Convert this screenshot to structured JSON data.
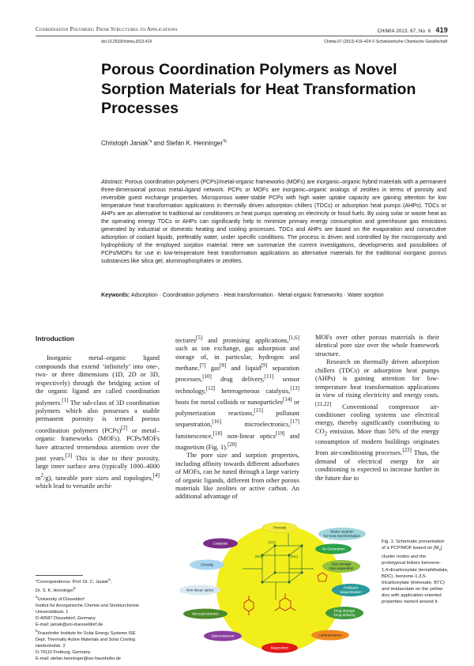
{
  "header": {
    "section": "Coordination Polymers: From Structures to Applications",
    "issue": "CHIMIA 2013, 67, No. 6",
    "page_number": "419",
    "doi": "doi:10.2533/chimia.2013.419",
    "journal": "Chimia 67 (2013) 419–424   © Schweizerische Chemische Gesellschaft"
  },
  "article": {
    "title": "Porous Coordination Polymers as Novel Sorption Materials for Heat Transformation Processes",
    "authors": "Christoph Janiak*a and Stefan K. Henninger*b"
  },
  "abstract": {
    "label": "Abstract:",
    "text": " Porous coordination polymers (PCPs)/metal-organic frameworks (MOFs) are inorganic–organic hybrid materials with a permanent three-dimensional porous metal–ligand network. PCPs or MOFs are inorganic–organic analogs of zeolites in terms of porosity and reversible guest exchange properties. Microporous water-stable PCPs with high water uptake capacity are gaining attention for low temperature heat transformation applications in thermally driven adsorption chillers (TDCs) or adsorption heat pumps (AHPs). TDCs or AHPs are an alternative to traditional air conditioners or heat pumps operating on electricity or fossil fuels. By using solar or waste heat as the operating energy TDCs or AHPs can significantly help to minimize primary energy consumption and greenhouse gas emissions generated by industrial or domestic heating and cooling processes. TDCs and AHPs are based on the evaporation and consecutive adsorption of coolant liquids, preferably water, under specific conditions. The process is driven and controlled by the microporosity and hydrophilicity of the employed sorption material. Here we summarize the current investigations, developments and possibilities of PCPs/MOFs for use in low-temperature heat transformation applications as alternative materials for the traditional inorganic porous substances like silica gel, aluminophosphates or zeolites.",
    "keywords_label": "Keywords:",
    "keywords": " Adsorption · Coordination polymers · Heat transformation · Metal-organic frameworks · Water sorption"
  },
  "intro": {
    "heading": "Introduction",
    "col1": "Inorganic metal–organic ligand compounds that extend ‘infinitely’ into one-, two- or three dimensions (1D, 2D or 3D, respectively) through the bridging action of the organic ligand are called coordination polymers.[1] The sub-class of 3D coordination polymers which also possesses a usable permanent porosity is termed porous coordination polymers (PCPs)[2] or metal–organic frameworks (MOFs). PCPs/MOFs have attracted tremendous attention over the past years.[3] This is due to their porosity, large inner surface area (typically 1000–4000 m²/g), tuneable pore sizes and topologies,[4] which lead to versatile archi-",
    "col2_p1": "tectures[5] and promising applications,[1,6] such as ion exchange, gas adsorption and storage of, in particular, hydrogen and methane,[7] gas[8] and liquid[9] separation processes,[10] drug delivery,[11] sensor technology,[12] heterogeneous catalysis,[13] hosts for metal colloids or nanoparticles[14] or polymerization reactions,[15] pollutant sequestration,[16] microelectronics,[17] luminescence,[18] non-linear optics[19] and magnetism (Fig. 1).[20]",
    "col2_p2": "The pore size and sorption properties, including affinity towards different adsorbates of MOFs, can be tuned through a large variety of organic ligands, different from other porous materials like zeolites or active carbon. An additional advantage of",
    "col3_p1": "MOFs over other porous materials is their identical pore size over the whole framework structure.",
    "col3_p2": "Research on thermally driven adsorption chillers (TDCs) or adsorption heat pumps (AHPs) is gaining attention for low-temperature heat transformation applications in view of rising electricity and energy costs.[21,22] Conventional compressor air-conditioner cooling systems use electrical energy, thereby significantly contributing to CO₂ emission. More than 50% of the energy consumption of modern buildings originates from air-conditioning processes.[23] Thus, the demand of electrical energy for air conditioning is expected to increase further in the future due to"
  },
  "footnotes": [
    "*Correspondence: Prof. Dr. C. Janiak^a;",
    "Dr. S. K. Henninger^b",
    "^a University of Düsseldorf",
    "Institut für Anorganische Chemie und Strukturchemie",
    "Universitätsstr. 1",
    "D-40587 Düsseldorf, Germany",
    "E-mail: janiak@uni-duesseldorf.de",
    "^b Fraunhofer Institute for Solar Energy Systems ISE",
    "Dept. Thermally Active Materials and Solar Cooling",
    "Heidenhofstr. 2",
    "D-79110 Freiburg, Germany",
    "E-mail: stefan.henninger@ise.fraunhofer.de"
  ],
  "figure": {
    "caption": "Fig. 1. Schematic presentation of a PCP/MOF based on [Mx] cluster nodes and the prototypical linkers benzene-1,4-dicarboxylate (terephthalate, BDC), benzene-1,3,5-tricarboxylate (trimesate, BTC) and imidazolate on the yellow disc with application-oriented properties named around it.",
    "labels": {
      "porosity": "Porosity",
      "water_sorption_1": "Water sorption",
      "water_sorption_2": "for heat transformation",
      "catalysis": "Catalysis",
      "air_desorption": "Air-Desorption",
      "chirality": "Chirality",
      "gas_storage_1": "Gas storage",
      "gas_storage_2": "Gas separation",
      "nonlinear": "Non-linear optics",
      "pollutant_1": "Pollutant",
      "pollutant_2": "sequestration",
      "microelectronics": "Microelectronics",
      "drug_1": "Drug storage",
      "drug_2": "Drug delivery",
      "spincrossover": "Spincrossover",
      "luminescence": "Luminescence",
      "magnetism": "Magnetism",
      "node": "[Mx]"
    },
    "colors": {
      "disc": "#f2ee1c",
      "porosity": "#f5ec3a",
      "water": "#9fd6dc",
      "catalysis": "#7a2f86",
      "air": "#2aa04a",
      "chirality": "#a9d6f0",
      "gas": "#8fc340",
      "nonlinear": "#d9e9f2",
      "pollutant": "#2a9a9a",
      "microelectronics": "#4f8a2a",
      "drug": "#3f9a3f",
      "spincrossover": "#8a3fa0",
      "luminescence": "#f08a20",
      "magnetism": "#e01818"
    }
  }
}
